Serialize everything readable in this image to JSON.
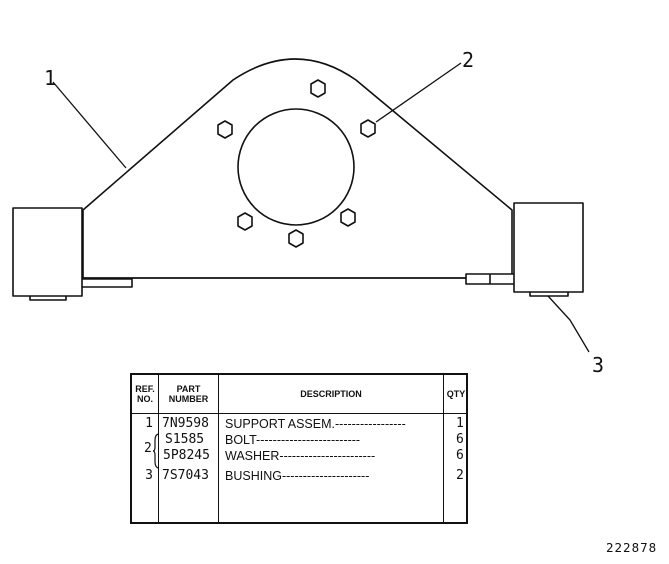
{
  "callouts": {
    "c1": "1",
    "c2": "2",
    "c3": "3"
  },
  "table": {
    "headers": {
      "ref_no": "REF.\nNO.",
      "part_number": "PART\nNUMBER",
      "description": "DESCRIPTION",
      "qty": "QTY"
    },
    "rows": [
      {
        "ref": "1",
        "part": "7N9598",
        "description": "SUPPORT ASSEM.-----------------",
        "qty": "1"
      },
      {
        "ref": "",
        "part": "S1585",
        "description": "BOLT-------------------------",
        "qty": "6"
      },
      {
        "ref": "",
        "part": "5P8245",
        "description": "WASHER-----------------------",
        "qty": "6"
      },
      {
        "ref": "3",
        "part": "7S7043",
        "description": "BUSHING---------------------",
        "qty": "2"
      }
    ],
    "group_ref": "2"
  },
  "drawing_number": "222878"
}
